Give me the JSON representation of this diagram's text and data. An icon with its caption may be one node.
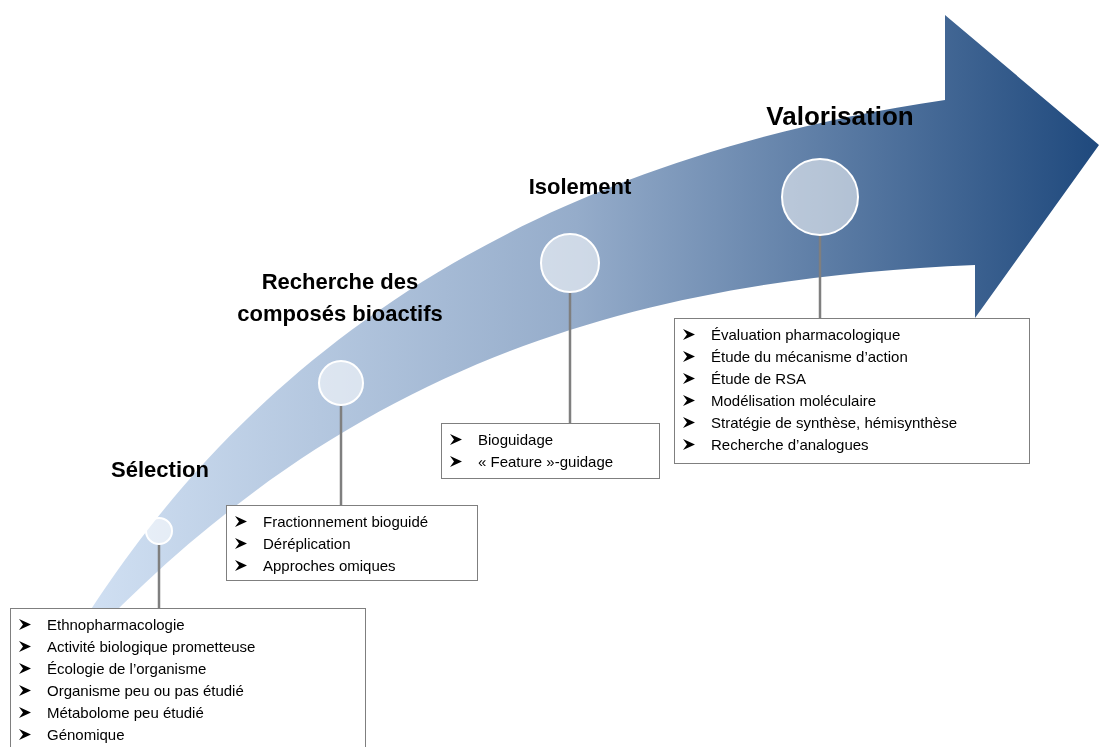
{
  "diagram": {
    "nodes": [
      {
        "text": [],
        "shape": "circle",
        "beside": [
          "Sélection"
        ]
      },
      {
        "text": [
          "Ethnopharmacologie",
          "Activité biologique prometteuse",
          "Écologie de l’organisme",
          "Organisme peu ou pas étudié",
          "Métabolome peu étudié",
          "Génomique"
        ]
      },
      {
        "text": [],
        "shape": "circle",
        "beside": [
          "Recherche des composés bioactifs"
        ]
      },
      {
        "text": [
          "Fractionnement bioguidé",
          "Déréplication",
          "Approches omiques"
        ]
      },
      {
        "text": [],
        "shape": "circle",
        "beside": [
          "Isolement"
        ]
      },
      {
        "text": [
          "Bioguidage",
          "« Feature »-guidage"
        ]
      },
      {
        "text": [],
        "shape": "circle",
        "beside": [
          "Valorisation"
        ]
      },
      {
        "text": [
          "Évaluation pharmacologique",
          "Étude du mécanisme d’action",
          "Étude de RSA",
          "Modélisation moléculaire",
          "Stratégie de synthèse, hémisynthèse",
          "Recherche d’analogues"
        ]
      }
    ],
    "edges": [
      {
        "from": 0,
        "to": 1,
        "arrow": "none",
        "color": "#7f7f7f"
      },
      {
        "from": 2,
        "to": 3,
        "arrow": "none",
        "color": "#7f7f7f"
      },
      {
        "from": 4,
        "to": 5,
        "arrow": "none",
        "color": "#7f7f7f"
      },
      {
        "from": 6,
        "to": 7,
        "arrow": "none",
        "color": "#7f7f7f"
      }
    ]
  }
}
